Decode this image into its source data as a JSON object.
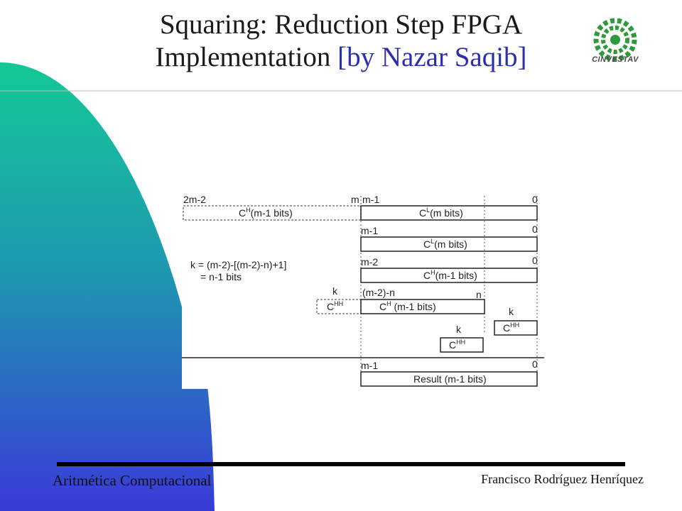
{
  "slide": {
    "title_line1": "Squaring: Reduction Step FPGA",
    "title_line2_main": "Implementation",
    "title_line2_accent": "[by Nazar Saqib]",
    "logo_text": "CINVESTAV",
    "footer_left": "Aritmética Computacional",
    "footer_right": "Francisco Rodríguez Henríquez"
  },
  "diagram": {
    "row1": {
      "left_msb": "2m-2",
      "mid_label": "m",
      "right_msb": "m-1",
      "lsb": "0",
      "box_left": "C",
      "box_left_sup": "H",
      "box_left_rest": "(m-1 bits)",
      "box_right": "C",
      "box_right_sup": "L",
      "box_right_rest": "(m bits)"
    },
    "row2": {
      "msb": "m-1",
      "lsb": "0",
      "box": "C",
      "box_sup": "L",
      "box_rest": "(m bits)"
    },
    "row3": {
      "msb": "m-2",
      "lsb": "0",
      "box": "C",
      "box_sup": "H",
      "box_rest": "(m-1 bits)"
    },
    "formula": {
      "line1": "k = (m-2)-[(m-2)-n)+1]",
      "line2": "= n-1  bits"
    },
    "row4": {
      "k_label": "k",
      "msb": "(m-2)-n",
      "n_label": "n",
      "chh": "C",
      "chh_sup": "HH",
      "box": "C",
      "box_sup": "H",
      "box_rest": " (m-1 bits)"
    },
    "chh_right": {
      "k_label": "k",
      "text": "C",
      "sup": "HH"
    },
    "chh_mid": {
      "k_label": "k",
      "text": "C",
      "sup": "HH"
    },
    "result": {
      "msb": "m-1",
      "lsb": "0",
      "text": "Result (m-1 bits)"
    }
  }
}
